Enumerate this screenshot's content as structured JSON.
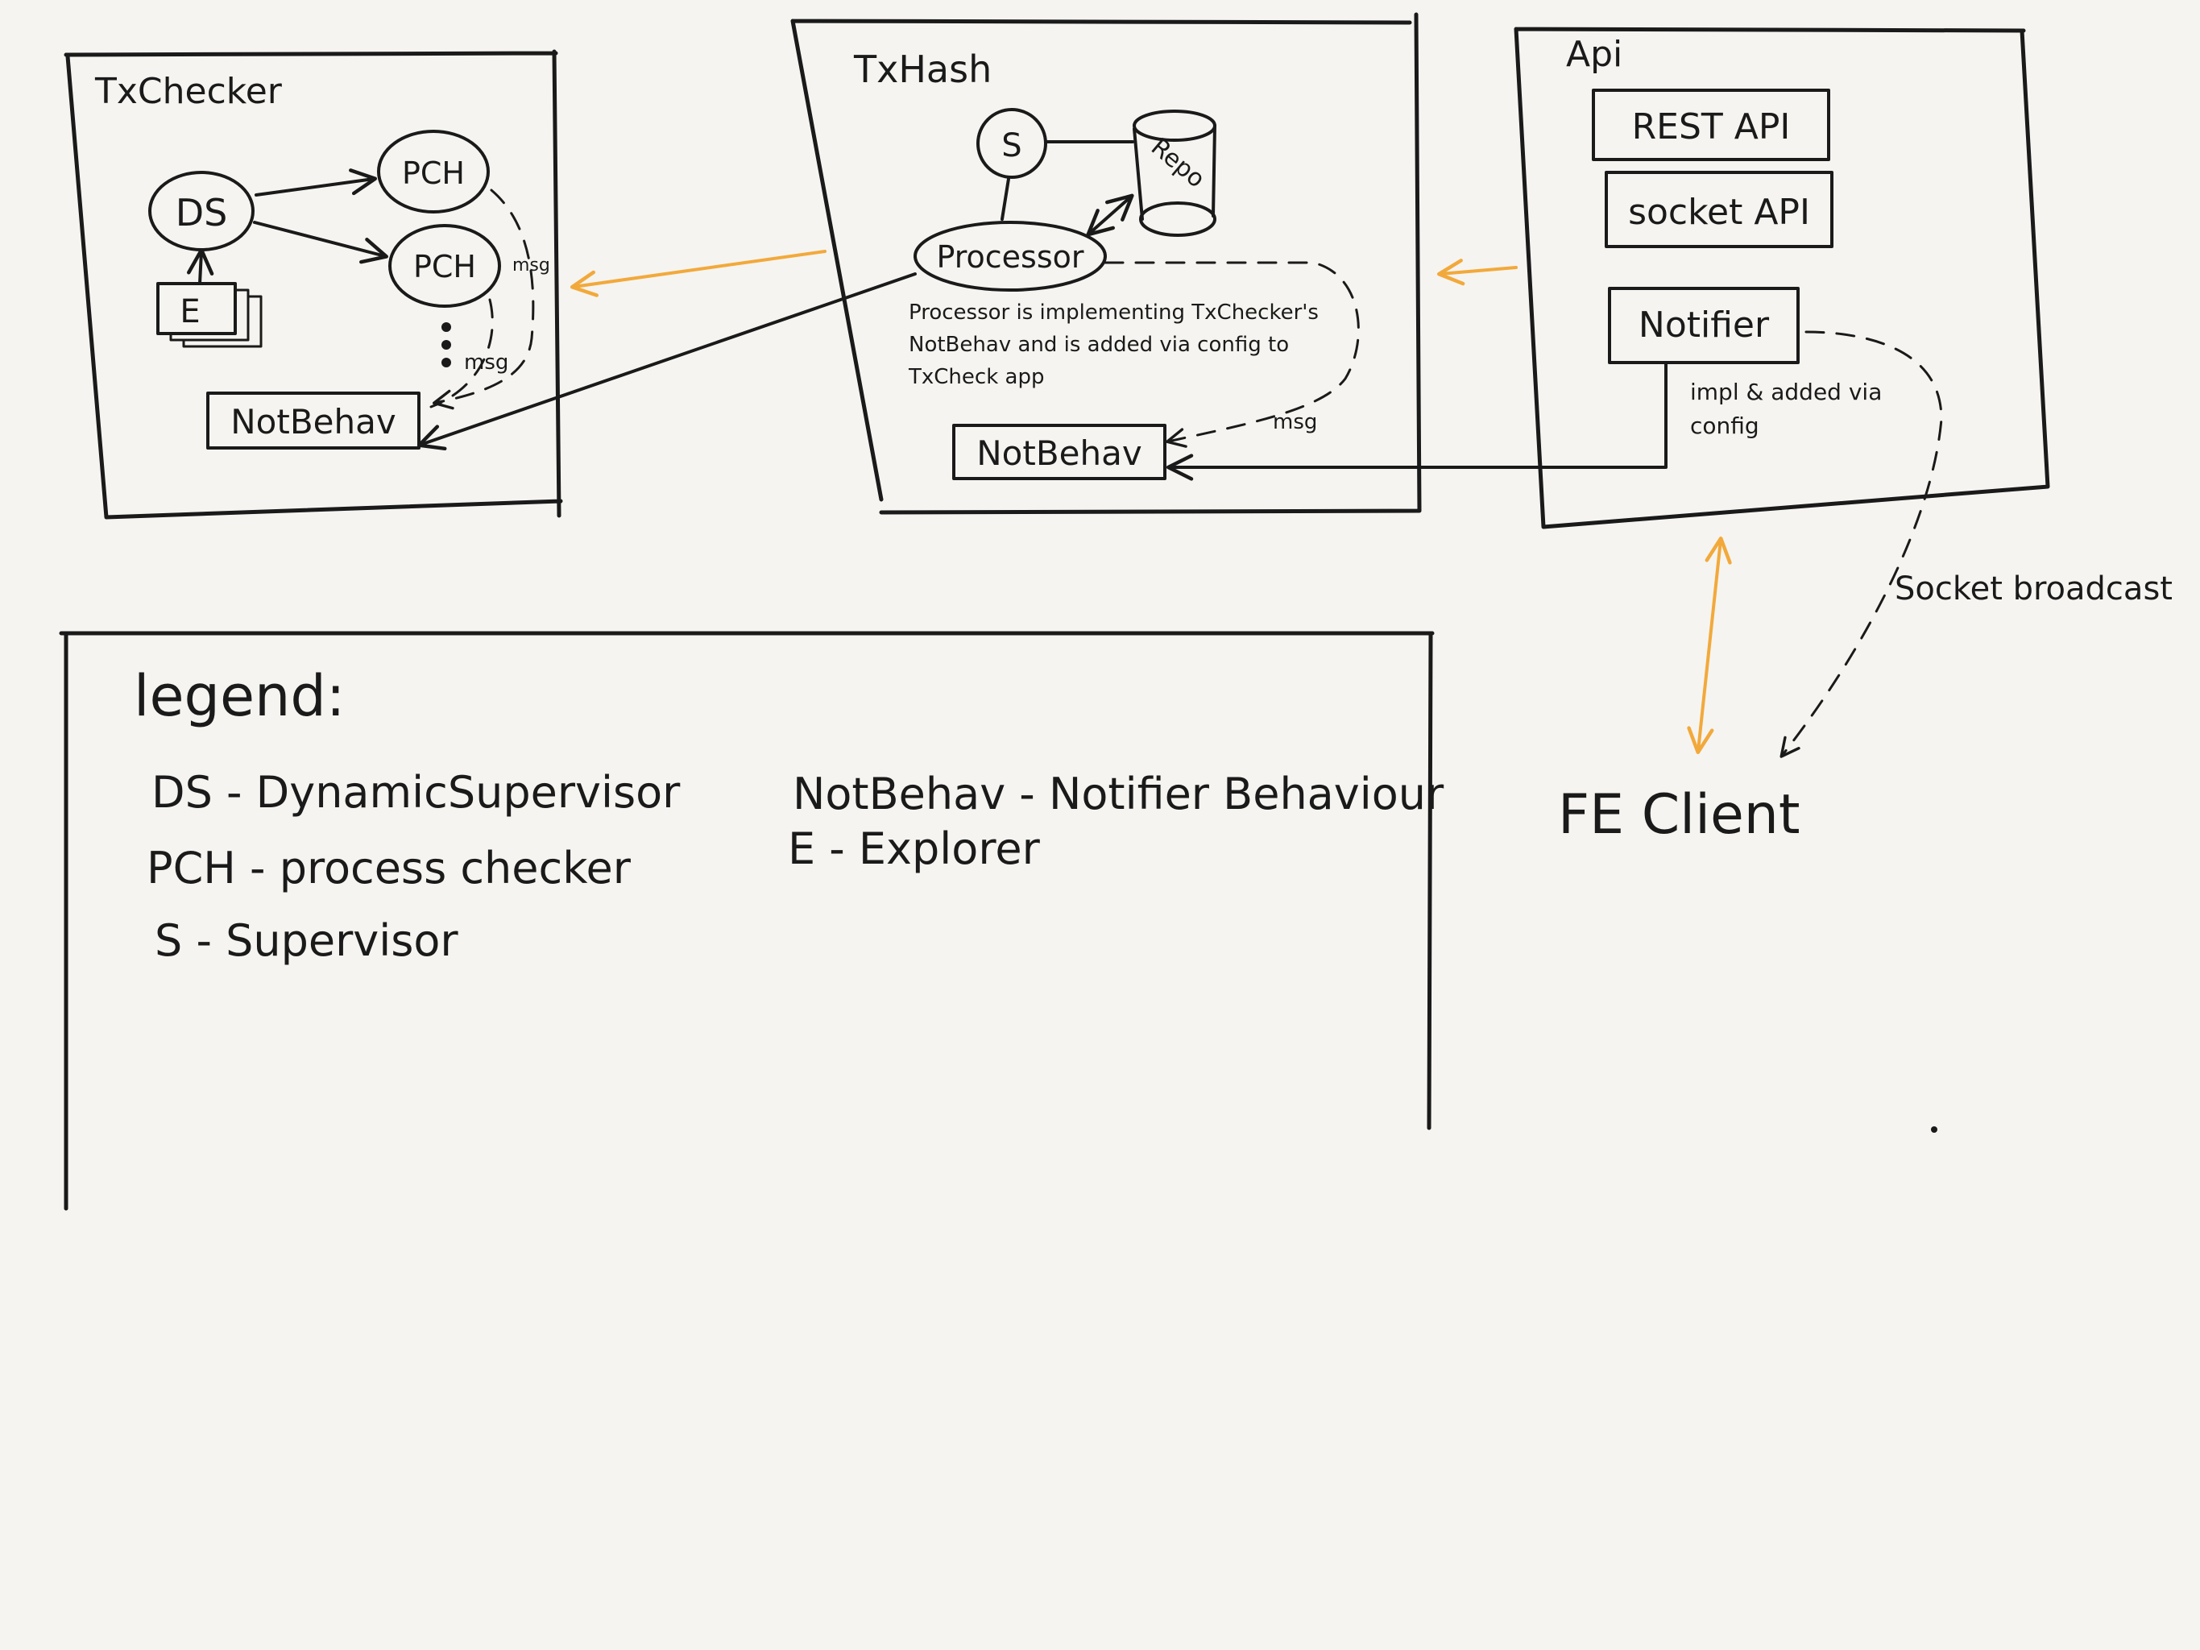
{
  "colors": {
    "background": "#f5f4f0",
    "ink": "#1a1a1a",
    "accent_arrow": "#f2a93b"
  },
  "txchecker": {
    "title": "TxChecker",
    "ds": "DS",
    "pch_1": "PCH",
    "pch_2": "PCH",
    "explorer": "E",
    "msg_1": "msg",
    "msg_2": "msg",
    "notbehav": "NotBehav"
  },
  "txhash": {
    "title": "TxHash",
    "supervisor": "S",
    "repo": "Repo",
    "processor": "Processor",
    "note_line_1": "Processor is implementing TxChecker's",
    "note_line_2": "NotBehav and is added via config to",
    "note_line_3": "TxCheck app",
    "msg": "msg",
    "notbehav": "NotBehav"
  },
  "api": {
    "title": "Api",
    "rest_api": "REST API",
    "socket_api": "socket API",
    "notifier": "Notifier",
    "note_line_1": "impl & added via",
    "note_line_2": "config"
  },
  "socket_broadcast": "Socket broadcast",
  "fe_client": "FE Client",
  "legend": {
    "title": "legend:",
    "ds": "DS - DynamicSupervisor",
    "pch": "PCH - process checker",
    "s": "S - Supervisor",
    "notbehav": "NotBehav - Notifier Behaviour",
    "e": "E - Explorer"
  }
}
